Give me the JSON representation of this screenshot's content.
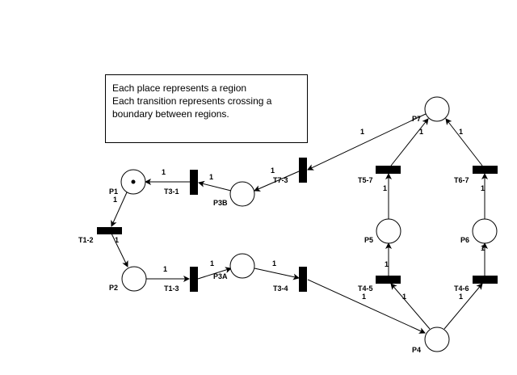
{
  "note": {
    "lines": [
      "Each place represents a region",
      "Each transition represents crossing a",
      "boundary between regions."
    ]
  },
  "places": {
    "p1": "P1",
    "p2": "P2",
    "p3b": "P3B",
    "p3a": "P3A",
    "p4": "P4",
    "p5": "P5",
    "p6": "P6",
    "p7": "P7"
  },
  "transitions": {
    "t1_2": "T1-2",
    "t1_3": "T1-3",
    "t3_1": "T3-1",
    "t3_4": "T3-4",
    "t7_3": "T7-3",
    "t4_5": "T4-5",
    "t4_6": "T4-6",
    "t5_7": "T5-7",
    "t6_7": "T6-7"
  },
  "weights": {
    "p1_t1_2": "1",
    "t1_2_p2": "1",
    "p2_t1_3": "1",
    "t1_3_p3a": "1",
    "p3a_t3_4": "1",
    "t3_4_p4": "1",
    "p4_t4_5": "1",
    "t4_5_p5": "1",
    "p4_t4_6": "1",
    "t4_6_p6": "1",
    "p5_t5_7": "1",
    "t5_7_p7": "1",
    "p6_t6_7": "1",
    "t6_7_p7": "1",
    "p7_t7_3": "1",
    "t7_3_p3b": "1",
    "p3b_t3_1": "1",
    "t3_1_p1": "1"
  }
}
